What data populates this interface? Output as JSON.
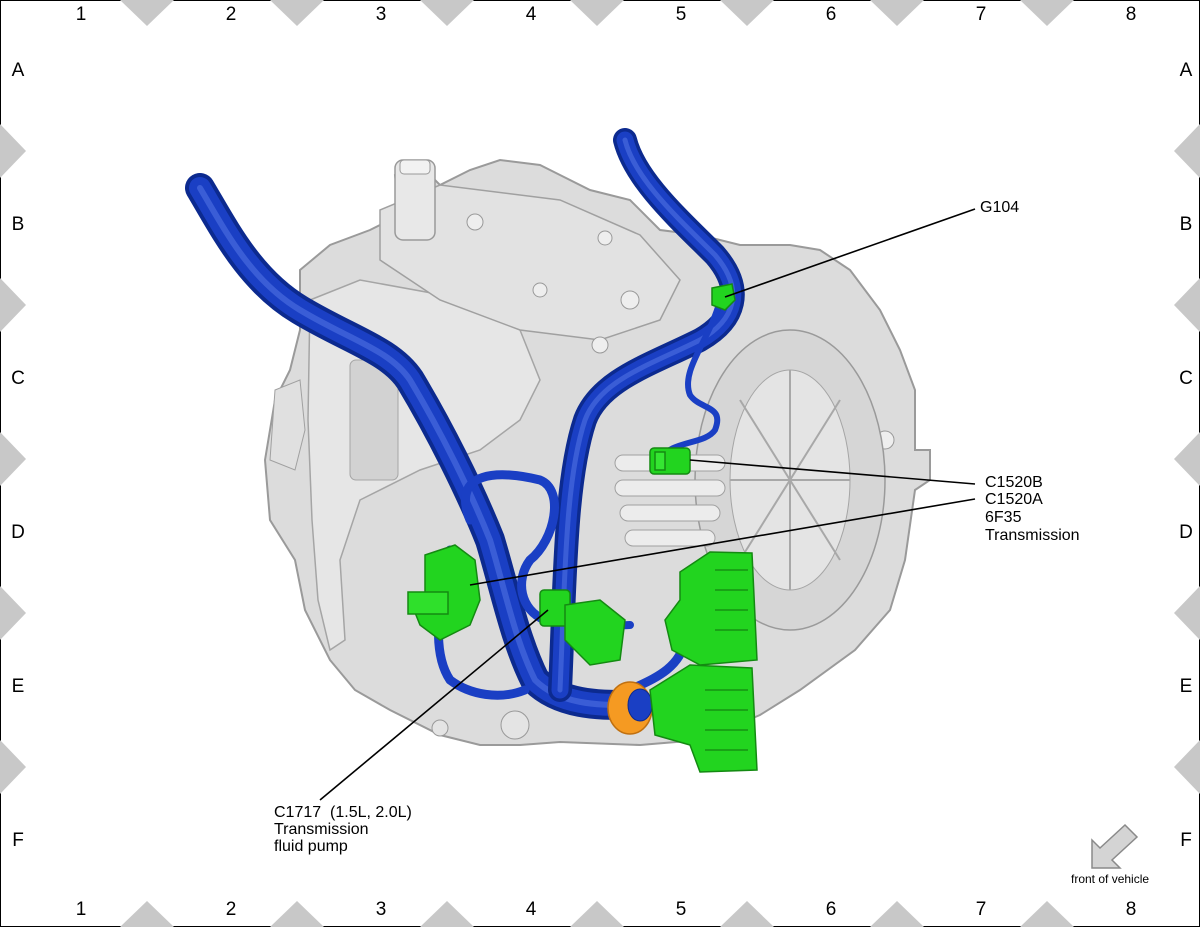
{
  "grid": {
    "columns": [
      "1",
      "2",
      "3",
      "4",
      "5",
      "6",
      "7",
      "8"
    ],
    "rows": [
      "A",
      "B",
      "C",
      "D",
      "E",
      "F"
    ]
  },
  "callouts": {
    "g104": "G104",
    "c1520b": "C1520B",
    "c1520a": "C1520A",
    "transmission_line1": "6F35",
    "transmission_line2": "Transmission",
    "c1717_line1": "C1717  (1.5L, 2.0L)",
    "c1717_line2": "Transmission",
    "c1717_line3": "fluid pump"
  },
  "orientation": {
    "label": "front of vehicle",
    "icon": "arrow-down-left-icon"
  },
  "colors": {
    "harness": "#1a3fc4",
    "connector": "#22d41f",
    "grommet": "#f59a22",
    "housing": "#d9d9d9",
    "frame_marker": "#c8c8c8"
  }
}
